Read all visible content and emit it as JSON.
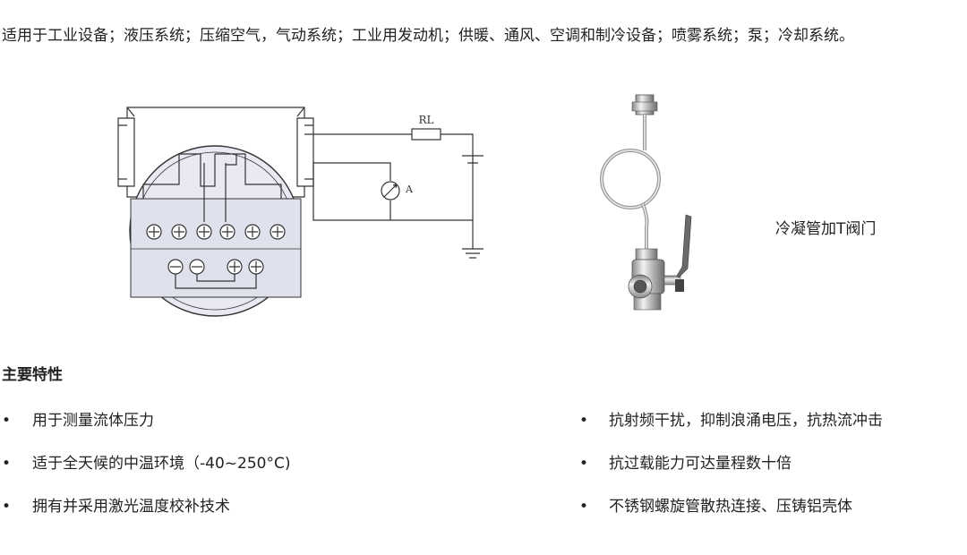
{
  "intro": {
    "text": "适用于工业设备；液压系统；压缩空气，气动系统；工业用发动机；供暖、通风、空调和制冷设备；喷雾系统；泵；冷却系统。"
  },
  "wiring": {
    "resistor_label": "RL",
    "meter_label": "A"
  },
  "valve": {
    "caption": "冷凝管加T阀门"
  },
  "features": {
    "title": "主要特性",
    "bullet": "•",
    "left": [
      "用于测量流体压力",
      "适于全天候的中温环境（-40~250°C)",
      "拥有并采用激光温度校补技术"
    ],
    "right": [
      "抗射频干扰，抑制浪涌电压，抗热流冲击",
      "抗过载能力可达量程数十倍",
      "不锈钢螺旋管散热连接、压铸铝壳体"
    ]
  }
}
